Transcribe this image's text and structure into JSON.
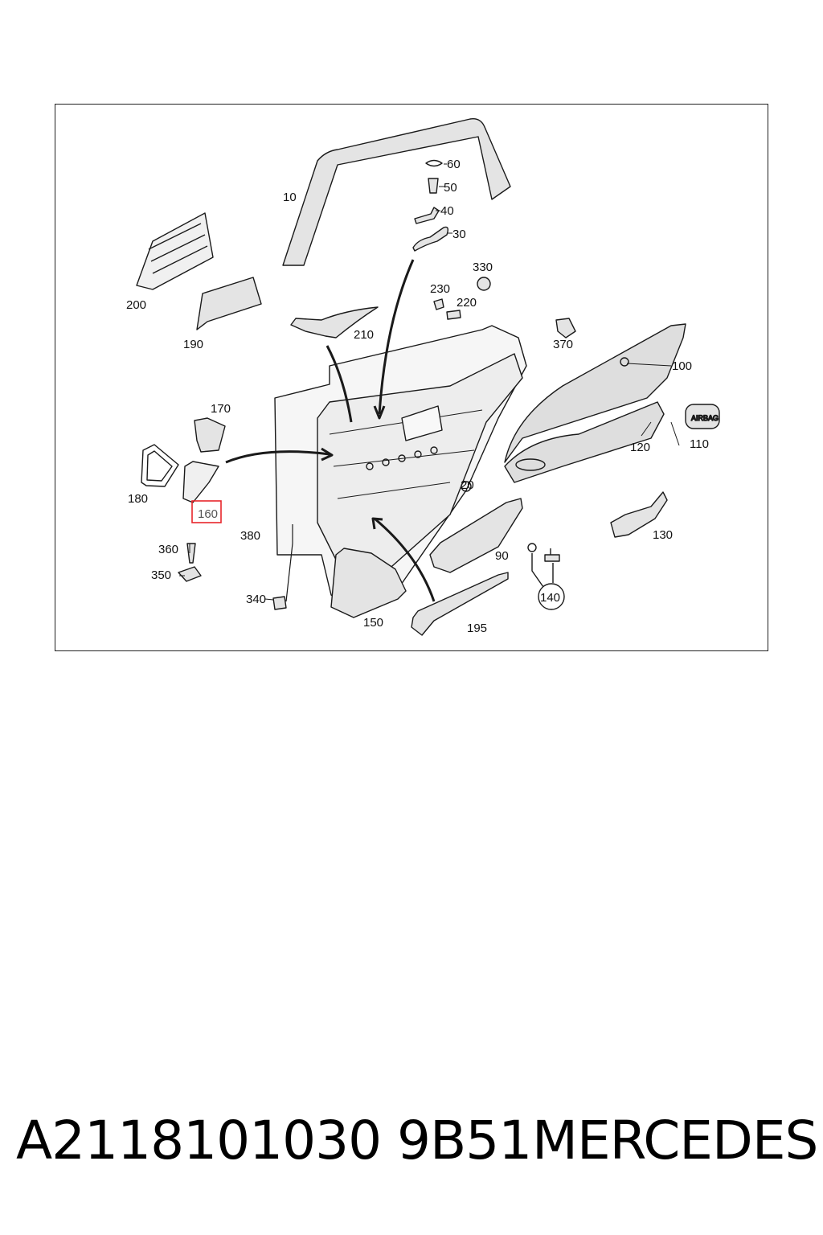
{
  "diagram": {
    "callouts": {
      "c10": "10",
      "c20": "20",
      "c30": "30",
      "c40": "40",
      "c50": "50",
      "c60": "60",
      "c90": "90",
      "c100": "100",
      "c110": "110",
      "c120": "120",
      "c130": "130",
      "c140": "140",
      "c150": "150",
      "c160": "160",
      "c170": "170",
      "c180": "180",
      "c190": "190",
      "c195": "195",
      "c200": "200",
      "c210": "210",
      "c220": "220",
      "c230": "230",
      "c330": "330",
      "c340": "340",
      "c350": "350",
      "c360": "360",
      "c370": "370",
      "c380": "380"
    },
    "highlighted_callout": "160",
    "highlight_color": "#e8262b",
    "line_color": "#1a1a1a",
    "part_fill": "#e2e2e2"
  },
  "footer": {
    "part_number": "A2118101030 9B51",
    "brand": "MERCEDES"
  }
}
